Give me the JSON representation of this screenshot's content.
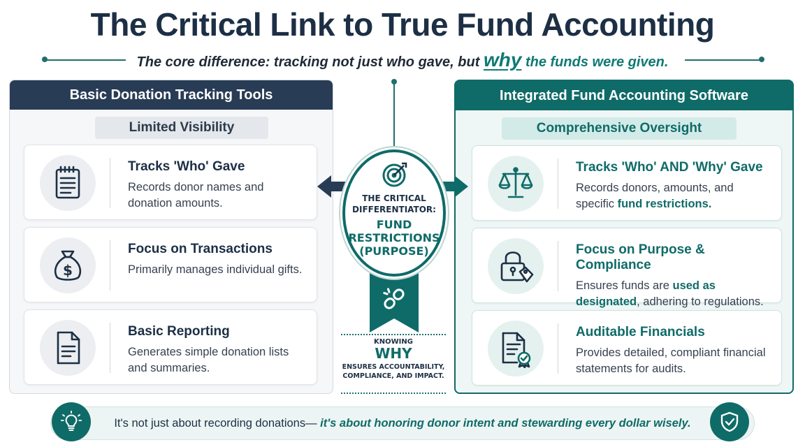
{
  "header": {
    "title": "The Critical Link to True Fund Accounting",
    "subtitle_pre": "The core difference: tracking not just who gave, but",
    "subtitle_why": "why",
    "subtitle_post": "the funds were given."
  },
  "left_panel": {
    "heading": "Basic Donation Tracking Tools",
    "label": "Limited Visibility",
    "cards": [
      {
        "icon": "notepad-icon",
        "title": "Tracks 'Who' Gave",
        "desc": "Records donor names and donation amounts."
      },
      {
        "icon": "money-bag-icon",
        "title": "Focus on Transactions",
        "desc": "Primarily manages individual gifts."
      },
      {
        "icon": "document-icon",
        "title": "Basic Reporting",
        "desc": "Generates simple donation lists and summaries."
      }
    ]
  },
  "right_panel": {
    "heading": "Integrated Fund Accounting Software",
    "label": "Comprehensive Oversight",
    "cards": [
      {
        "icon": "scales-icon",
        "title": "Tracks 'Who' AND 'Why' Gave",
        "desc_pre": "Records donors, amounts, and specific ",
        "desc_hl": "fund restrictions.",
        "desc_post": ""
      },
      {
        "icon": "lock-tag-icon",
        "title": "Focus on Purpose & Compliance",
        "desc_pre": "Ensures funds are ",
        "desc_hl": "used as designated",
        "desc_post": ", adhering to regulations."
      },
      {
        "icon": "certificate-icon",
        "title": "Auditable Financials",
        "desc_pre": "Provides detailed, compliant financial statements for audits.",
        "desc_hl": "",
        "desc_post": ""
      }
    ]
  },
  "center": {
    "badge_line1": "THE CRITICAL DIFFERENTIATOR:",
    "badge_line2": "FUND RESTRICTIONS (PURPOSE)",
    "knowing": "KNOWING",
    "why": "WHY",
    "ensures": "ENSURES ACCOUNTABILITY, COMPLIANCE, AND IMPACT."
  },
  "footer": {
    "text_pre": "It's not just about recording donations— ",
    "text_emph": "it's about honoring donor intent and stewarding every dollar wisely."
  },
  "colors": {
    "teal": "#0f6b68",
    "navy": "#283c55",
    "accent_teal": "#0f7a74"
  }
}
